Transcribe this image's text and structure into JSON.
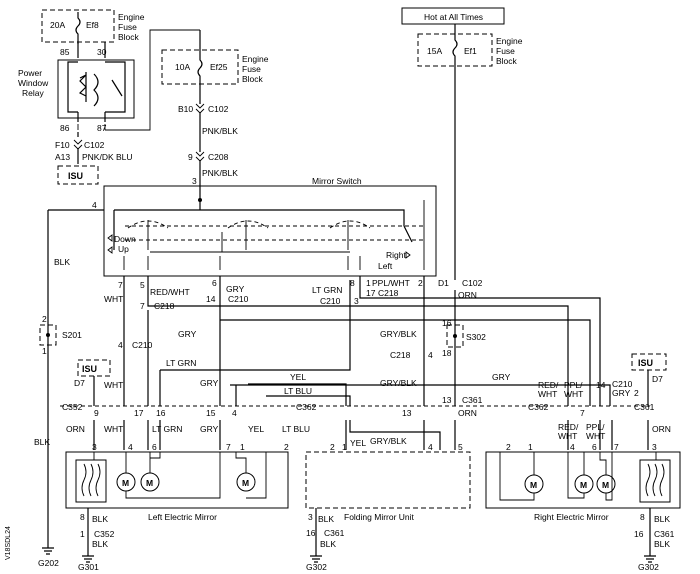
{
  "fuse_ef8": {
    "rating": "20A",
    "id": "Ef8",
    "block": [
      "Engine",
      "Fuse",
      "Block"
    ]
  },
  "fuse_ef25": {
    "rating": "10A",
    "id": "Ef25",
    "block": [
      "Engine",
      "Fuse",
      "Block"
    ]
  },
  "fuse_ef1": {
    "rating": "15A",
    "id": "Ef1",
    "block": [
      "Engine",
      "Fuse",
      "Block"
    ]
  },
  "hot_label": "Hot at All Times",
  "relay": {
    "name": [
      "Power",
      "Window",
      "Relay"
    ],
    "pins": [
      "85",
      "30",
      "86",
      "87"
    ]
  },
  "isu_label": "ISU",
  "mirror_switch_label": "Mirror Switch",
  "switch_labels": {
    "down": "Down",
    "up": "Up",
    "right": "Right",
    "left": "Left"
  },
  "connectors": {
    "b10": "B10",
    "c102": "C102",
    "f10": "F10",
    "a13": "A13",
    "pin9": "9",
    "c208": "C208",
    "pin3": "3",
    "pin4": "4",
    "d1": "D1",
    "c102b": "C102",
    "s201": "S201",
    "s302": "S302",
    "pin2": "2",
    "pin1": "1",
    "pin16": "16",
    "pin18": "18",
    "d7": "D7",
    "c352": "C352",
    "c362": "C362",
    "c361": "C361",
    "c210": "C210",
    "c218": "C218",
    "pin14": "14",
    "pin13": "13",
    "pin17": "17",
    "pin15": "15",
    "pin7": "7",
    "pin6": "6",
    "pin5": "5",
    "pin8": "8"
  },
  "wires": {
    "pnk_blk": "PNK/BLK",
    "pnk_dk_blu": "PNK/DK BLU",
    "blk": "BLK",
    "wht": "WHT",
    "red_wht": "RED/WHT",
    "gry": "GRY",
    "lt_grn": "LT GRN",
    "ppl_wht": "PPL/WHT",
    "orn": "ORN",
    "gry_blk": "GRY/BLK",
    "yel": "YEL",
    "lt_blu": "LT BLU",
    "red": "RED/",
    "wht2": "WHT",
    "ppl": "PPL/"
  },
  "components": {
    "left_mirror": "Left Electric Mirror",
    "folding": "Folding Mirror Unit",
    "right_mirror": "Right Electric Mirror"
  },
  "grounds": {
    "g202": "G202",
    "g301": "G301",
    "g302a": "G302",
    "g302b": "G302"
  },
  "motor_label": "M",
  "side_code": "V18SDL24"
}
